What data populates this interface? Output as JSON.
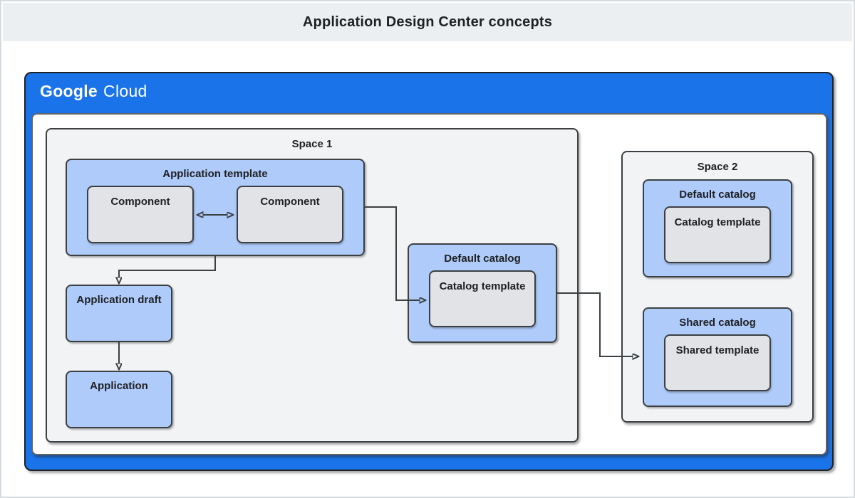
{
  "header": {
    "title": "Application Design Center concepts"
  },
  "brand": {
    "google": "Google",
    "cloud": "Cloud"
  },
  "colors": {
    "google_blue": "#1a73e8",
    "node_blue": "#aecbfa",
    "node_gray": "#e1e3e6",
    "space_gray": "#f1f3f4",
    "border_dark": "#3c4043",
    "header_band": "#eceff1",
    "text": "#202124"
  },
  "diagram": {
    "space1": {
      "label": "Space 1",
      "application_template": {
        "label": "Application template",
        "components": [
          {
            "label": "Component"
          },
          {
            "label": "Component"
          }
        ]
      },
      "application_draft": {
        "label": "Application draft"
      },
      "application": {
        "label": "Application"
      },
      "default_catalog": {
        "label": "Default catalog",
        "catalog_template": {
          "label": "Catalog template"
        }
      }
    },
    "space2": {
      "label": "Space 2",
      "default_catalog": {
        "label": "Default catalog",
        "catalog_template": {
          "label": "Catalog template"
        }
      },
      "shared_catalog": {
        "label": "Shared catalog",
        "shared_template": {
          "label": "Shared template"
        }
      }
    },
    "connections": [
      "component <-> component",
      "application template -> application draft",
      "application draft -> application",
      "application template -> space1 catalog template",
      "space1 default catalog -> space2 shared catalog"
    ]
  }
}
